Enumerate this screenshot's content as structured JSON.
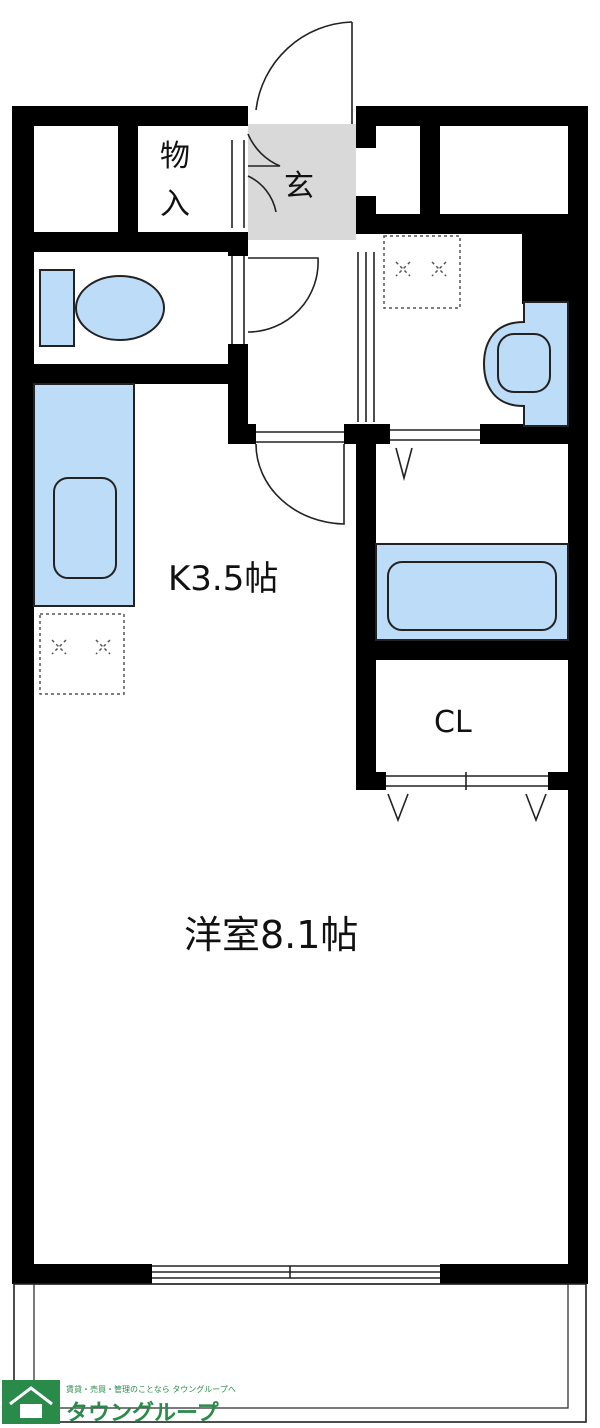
{
  "floor_plan": {
    "rooms": {
      "storage": "物\n入",
      "entrance": "玄",
      "kitchen": "K3.5帖",
      "closet": "CL",
      "western_room": "洋室8.1帖"
    }
  },
  "logo": {
    "company": "タウングループ",
    "tagline": "賃貸・売買・管理のことなら タウングループへ"
  },
  "colors": {
    "wall": "#000000",
    "fixture": "#bcdcf8",
    "entrance_floor": "#d9d9d9",
    "logo": "#2a8a4a"
  },
  "icons": [
    "toilet-icon",
    "washbasin-icon",
    "bathtub-icon",
    "kitchen-sink-icon",
    "vent-icon",
    "door-arc-icon",
    "logo-house-icon"
  ]
}
